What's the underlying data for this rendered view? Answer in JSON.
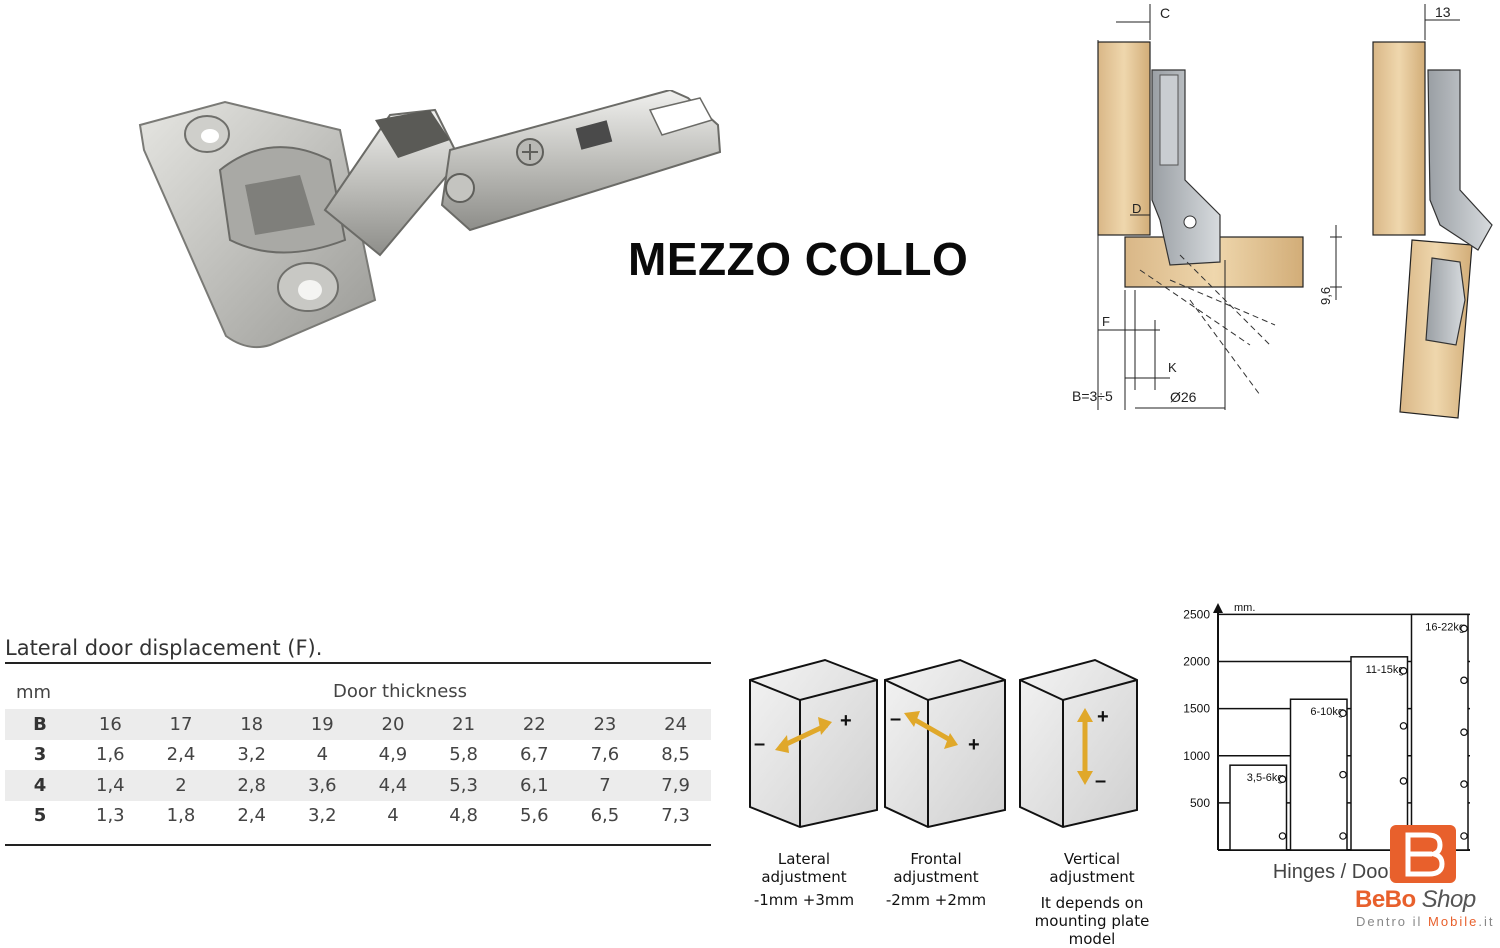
{
  "title": "MEZZO COLLO",
  "dimensions": {
    "c": "C",
    "thirteen": "13",
    "d": "D",
    "f": "F",
    "k": "K",
    "b_range": "B=3÷5",
    "diameter": "Ø26",
    "nine_six": "9,6"
  },
  "table": {
    "caption": "Lateral door displacement (F).",
    "unit": "mm",
    "header": "Door thickness",
    "rows": [
      {
        "label": "B",
        "values": [
          "16",
          "17",
          "18",
          "19",
          "20",
          "21",
          "22",
          "23",
          "24"
        ]
      },
      {
        "label": "3",
        "values": [
          "1,6",
          "2,4",
          "3,2",
          "4",
          "4,9",
          "5,8",
          "6,7",
          "7,6",
          "8,5"
        ]
      },
      {
        "label": "4",
        "values": [
          "1,4",
          "2",
          "2,8",
          "3,6",
          "4,4",
          "5,3",
          "6,1",
          "7",
          "7,9"
        ]
      },
      {
        "label": "5",
        "values": [
          "1,3",
          "1,8",
          "2,4",
          "3,2",
          "4",
          "4,8",
          "5,6",
          "6,5",
          "7,3"
        ]
      }
    ]
  },
  "adjustments": [
    {
      "title": "Lateral\nadjustment",
      "range": "-1mm +3mm",
      "note": ""
    },
    {
      "title": "Frontal\nadjustment",
      "range": "-2mm +2mm",
      "note": ""
    },
    {
      "title": "Vertical\nadjustment",
      "range": "",
      "note": "It depends on\nmounting plate model"
    }
  ],
  "signs": {
    "plus": "+",
    "minus": "–"
  },
  "chart_data": {
    "type": "bar",
    "ylabel": "mm.",
    "xlabel": "Hinges / Door",
    "ylim": [
      0,
      2600
    ],
    "yticks": [
      500,
      1000,
      1500,
      2000,
      2500
    ],
    "categories": [
      "3,5-6kg",
      "6-10kg",
      "11-15kg",
      "16-22kg"
    ],
    "values": [
      900,
      1600,
      2050,
      2500
    ],
    "hinges": [
      2,
      3,
      4,
      5
    ]
  },
  "brand": {
    "name_bold": "BeBo",
    "name_light": "Shop",
    "tagline_a": "Dentro il ",
    "tagline_b": "Mobile",
    "tagline_c": ".it",
    "color": "#e8602c"
  }
}
